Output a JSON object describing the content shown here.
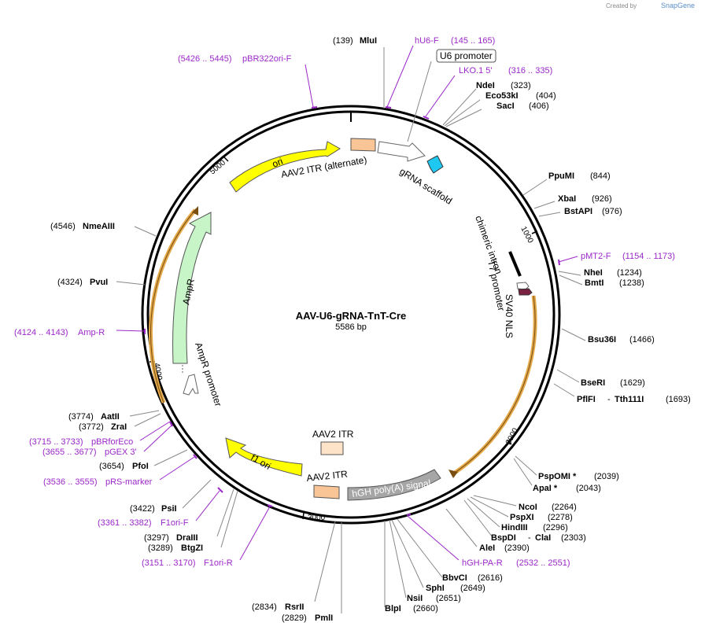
{
  "credit": {
    "created_by": "Created by",
    "brand": "SnapGene"
  },
  "plasmid": {
    "name": "AAV-U6-gRNA-TnT-Cre",
    "size": "5586 bp"
  },
  "ticks": [
    "1000",
    "2000",
    "3000",
    "4000",
    "5000"
  ],
  "features": {
    "ori": "ori",
    "itr_alt": "AAV2 ITR (alternate)",
    "grna": "gRNA scaffold",
    "chimeric": "chimeric intron",
    "sv40": "SV40 NLS",
    "t7": "T7 promoter",
    "ampr": "AmpR",
    "ampr_promoter": "AmpR promoter",
    "itr_top": "AAV2 ITR",
    "itr_bottom": "AAV2 ITR",
    "f1ori": "f1 ori",
    "hgh": "hGH poly(A) signal",
    "u6_box": "U6 promoter"
  },
  "sites": {
    "mlui": {
      "pos": "(139)",
      "name": "MluI"
    },
    "ndei": {
      "name": "NdeI",
      "pos": "(323)"
    },
    "eco53ki": {
      "name": "Eco53kI",
      "pos": "(404)"
    },
    "saci": {
      "name": "SacI",
      "pos": "(406)"
    },
    "ppumi": {
      "name": "PpuMI",
      "pos": "(844)"
    },
    "xbai": {
      "name": "XbaI",
      "pos": "(926)"
    },
    "bstapi": {
      "name": "BstAPI",
      "pos": "(976)"
    },
    "nhei": {
      "name": "NheI",
      "pos": "(1234)"
    },
    "bmti": {
      "name": "BmtI",
      "pos": "(1238)"
    },
    "bsu36i": {
      "name": "Bsu36I",
      "pos": "(1466)"
    },
    "bseri": {
      "name": "BseRI",
      "pos": "(1629)"
    },
    "pflfi": {
      "name": "PflFI",
      "sep": "-",
      "name2": "Tth111I",
      "pos": "(1693)"
    },
    "pspomi": {
      "name": "PspOMI *",
      "pos": "(2039)"
    },
    "apai": {
      "name": "ApaI *",
      "pos": "(2043)"
    },
    "ncoi": {
      "name": "NcoI",
      "pos": "(2264)"
    },
    "pspxi": {
      "name": "PspXI",
      "pos": "(2278)"
    },
    "hindiii": {
      "name": "HindIII",
      "pos": "(2296)"
    },
    "bspdi": {
      "name": "BspDI",
      "sep": "-",
      "name2": "ClaI",
      "pos": "(2303)"
    },
    "alei": {
      "name": "AleI",
      "pos": "(2390)"
    },
    "bbvci": {
      "name": "BbvCI",
      "pos": "(2616)"
    },
    "sphi": {
      "name": "SphI",
      "pos": "(2649)"
    },
    "nsii": {
      "name": "NsiI",
      "pos": "(2651)"
    },
    "blpi": {
      "name": "BlpI",
      "pos": "(2660)"
    },
    "rsrii": {
      "pos": "(2834)",
      "name": "RsrII"
    },
    "pmli": {
      "pos": "(2829)",
      "name": "PmlI"
    },
    "btgzi": {
      "pos": "(3289)",
      "name": "BtgZI"
    },
    "draiii": {
      "pos": "(3297)",
      "name": "DraIII"
    },
    "psii": {
      "pos": "(3422)",
      "name": "PsiI"
    },
    "pfoi": {
      "pos": "(3654)",
      "name": "PfoI"
    },
    "zrai": {
      "pos": "(3772)",
      "name": "ZraI"
    },
    "aatii": {
      "pos": "(3774)",
      "name": "AatII"
    },
    "pvui": {
      "pos": "(4324)",
      "name": "PvuI"
    },
    "nmeaiii": {
      "pos": "(4546)",
      "name": "NmeAIII"
    }
  },
  "primers": {
    "hu6f": {
      "name": "hU6-F",
      "range": "(145 .. 165)"
    },
    "lko1": {
      "name": "LKO.1 5'",
      "range": "(316 .. 335)"
    },
    "pbr322": {
      "range": "(5426 .. 5445)",
      "name": "pBR322ori-F"
    },
    "pmt2f": {
      "name": "pMT2-F",
      "range": "(1154 .. 1173)"
    },
    "ghpar": {
      "name": "hGH-PA-R",
      "range": "(2532 .. 2551)"
    },
    "ampr": {
      "range": "(4124 .. 4143)",
      "name": "Amp-R"
    },
    "pbrforeco": {
      "range": "(3715 .. 3733)",
      "name": "pBRforEco"
    },
    "pgex": {
      "range": "(3655 .. 3677)",
      "name": "pGEX 3'"
    },
    "prs": {
      "range": "(3536 .. 3555)",
      "name": "pRS-marker"
    },
    "f1orif": {
      "range": "(3361 .. 3382)",
      "name": "F1ori-F"
    },
    "f1orir": {
      "range": "(3151 .. 3170)",
      "name": "F1ori-R"
    }
  },
  "colors": {
    "primer": "#9b27c9",
    "ori": "#ffff00",
    "ampr": "#c8f5c8",
    "itr": "#f9c496",
    "itr_light": "#fde3c8",
    "grna": "#1ec8f0",
    "hgh": "#a6a6a6",
    "cre_arrow": "#e3a94a",
    "sv40": "#7a2040"
  }
}
